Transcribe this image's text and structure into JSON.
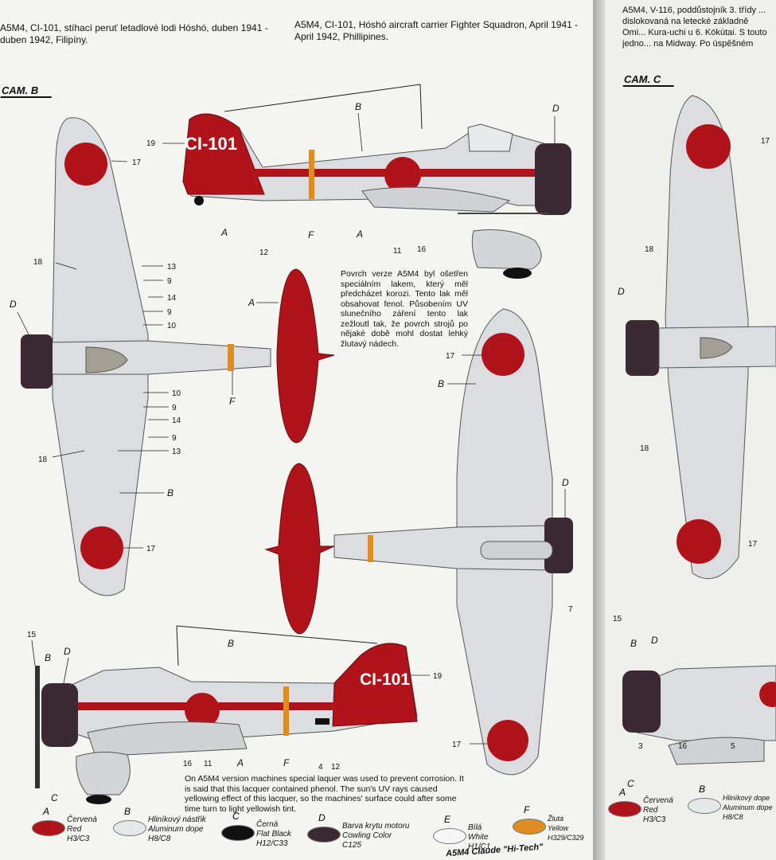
{
  "captions": {
    "cz_left": "A5M4, CI-101, stíhací peruť letadlové lodi Hóshó, duben 1941 - duben 1942, Filipíny.",
    "en_left": "A5M4, CI-101, Hóshó aircraft carrier Fighter Squadron, April 1941 - April 1942, Phillipines.",
    "cz_right": "A5M4, V-116, poddůstojník 3. třídy ... dislokovaná na letecké základně Omi... Kura-uchi u 6. Kókútai. S touto jedno... na Midway. Po úspěšném obsazení m..."
  },
  "camo": {
    "b": "CAM. B",
    "c": "CAM. C"
  },
  "aircraft_code": "CI-101",
  "callouts": {
    "n19": "19",
    "n17": "17",
    "n18": "18",
    "n13": "13",
    "n9": "9",
    "n14": "14",
    "n10": "10",
    "n11": "11",
    "n16": "16",
    "n12": "12",
    "n15": "15",
    "n4": "4",
    "n7": "7",
    "n3": "3",
    "n5": "5",
    "A": "A",
    "B": "B",
    "C": "C",
    "D": "D",
    "F": "F"
  },
  "notes": {
    "cz": "Povrch verze A5M4 byl ošetřen speciálním lakem, který měl předcházet korozi. Tento lak měl obsahovat fenol. Působením UV slunečního záření tento lak zežloutl tak, že povrch strojů po nějaké době mohl dostat lehký žlutavý nádech.",
    "en": "On A5M4 version machines special laquer was used to prevent corrosion. It is said that this lacquer contained phenol. The sun's UV rays caused yellowing effect of this lacquer, so the machines' surface could after some time turn to light yellowish tint."
  },
  "legend": [
    {
      "letter": "A",
      "label": "Červená\nRed\nH3/C3",
      "color": "#b0141a"
    },
    {
      "letter": "B",
      "label": "Hliníkový nástřik\nAluminum dope\nH8/C8",
      "color": "#e6e7e8"
    },
    {
      "letter": "C",
      "label": "Černá\nFlat Black\nH12/C33",
      "color": "#111111"
    },
    {
      "letter": "D",
      "label": "Barva krytu motoru\nCowling Color\nC125",
      "color": "#3b2a34"
    },
    {
      "letter": "E",
      "label": "Bílá\nWhite\nH1/C1",
      "color": "#f7f7f7"
    },
    {
      "letter": "F",
      "label": "Žlutá\nYellow\nH329/C329",
      "color": "#dd8d22"
    }
  ],
  "legend_right": [
    {
      "letter": "A",
      "label": "Červená\nRed\nH3/C3",
      "color": "#b0141a"
    },
    {
      "letter": "B",
      "label": "Hliníkový dope\nAluminum dope\nH8/C8",
      "color": "#e6e7e8"
    }
  ],
  "footer": "A5M4 Claude \"Hi-Tech\"",
  "colors": {
    "red": "#b0141a",
    "aluminum": "#dcdde0",
    "cowl": "#3b2a34",
    "yellow": "#dd8d22",
    "paper": "#f4f4f1"
  }
}
